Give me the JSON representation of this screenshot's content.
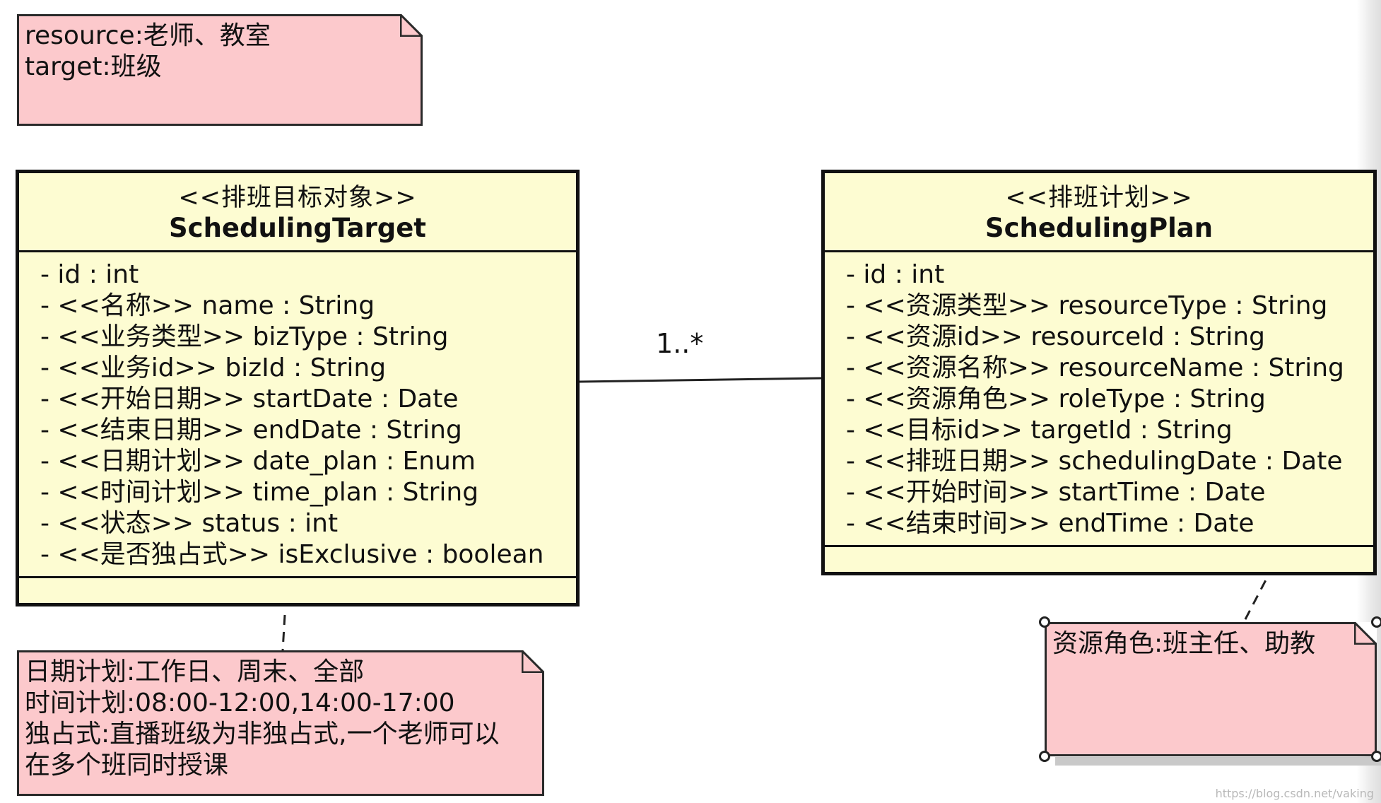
{
  "notes": {
    "top": {
      "lines": [
        "resource:老师、教室",
        "target:班级"
      ]
    },
    "bottom": {
      "lines": [
        "日期计划:工作日、周末、全部",
        "时间计划:08:00-12:00,14:00-17:00",
        "独占式:直播班级为非独占式,一个老师可以",
        "在多个班同时授课"
      ]
    },
    "right": {
      "lines": [
        "资源角色:班主任、助教"
      ]
    }
  },
  "classes": {
    "target": {
      "stereotype": "<<排班目标对象>>",
      "name": "SchedulingTarget",
      "attributes": [
        "- id : int",
        "- <<名称>> name : String",
        "- <<业务类型>> bizType : String",
        "- <<业务id>> bizId : String",
        "- <<开始日期>> startDate : Date",
        "- <<结束日期>> endDate : String",
        "- <<日期计划>> date_plan : Enum",
        "- <<时间计划>> time_plan : String",
        "- <<状态>> status : int",
        "- <<是否独占式>> isExclusive : boolean"
      ]
    },
    "plan": {
      "stereotype": "<<排班计划>>",
      "name": "SchedulingPlan",
      "attributes": [
        "- id : int",
        "- <<资源类型>> resourceType : String",
        "- <<资源id>> resourceId : String",
        "- <<资源名称>> resourceName : String",
        "- <<资源角色>> roleType : String",
        "- <<目标id>> targetId : String",
        "- <<排班日期>> schedulingDate : Date",
        "- <<开始时间>> startTime : Date",
        "- <<结束时间>> endTime : Date"
      ]
    }
  },
  "association": {
    "multiplicity": "1..*"
  },
  "watermark": "https://blog.csdn.net/vaking"
}
